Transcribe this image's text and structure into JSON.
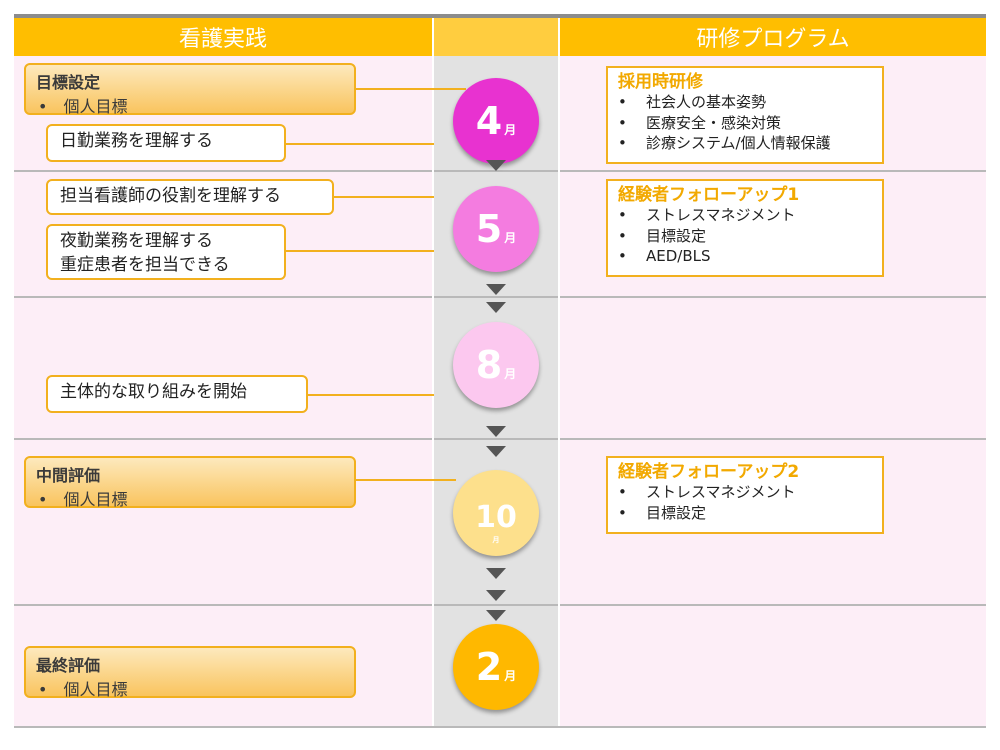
{
  "headers": {
    "left": "看護実践",
    "right": "研修プログラム"
  },
  "months": [
    {
      "num": "4",
      "unit": "月"
    },
    {
      "num": "5",
      "unit": "月"
    },
    {
      "num": "8",
      "unit": "月"
    },
    {
      "num": "10",
      "unit": "月"
    },
    {
      "num": "2",
      "unit": "月"
    }
  ],
  "goals": [
    {
      "title": "目標設定",
      "item": "•　個人目標"
    },
    {
      "title": "中間評価",
      "item": "•　個人目標"
    },
    {
      "title": "最終評価",
      "item": "•　個人目標"
    }
  ],
  "tasks": [
    {
      "lines": [
        "日勤業務を理解する"
      ]
    },
    {
      "lines": [
        "担当看護師の役割を理解する"
      ]
    },
    {
      "lines": [
        "夜勤業務を理解する",
        "重症患者を担当できる"
      ]
    },
    {
      "lines": [
        "主体的な取り組みを開始"
      ]
    }
  ],
  "programs": [
    {
      "title": "採用時研修",
      "items": [
        "社会人の基本姿勢",
        "医療安全・感染対策",
        "診療システム/個人情報保護"
      ]
    },
    {
      "title": "経験者フォローアップ1",
      "items": [
        "ストレスマネジメント",
        "目標設定",
        "AED/BLS"
      ]
    },
    {
      "title": "経験者フォローアップ2",
      "items": [
        "ストレスマネジメント",
        "目標設定"
      ]
    }
  ],
  "bullet": "•",
  "colors": {
    "header": "#ffbe00",
    "row_bg": "#fdeef7",
    "accent": "#f2b01e",
    "circle_4": "#e832d0",
    "circle_5": "#f47ce0",
    "circle_8": "#fcc8ef",
    "circle_10": "#fde08c",
    "circle_2": "#ffb800"
  }
}
